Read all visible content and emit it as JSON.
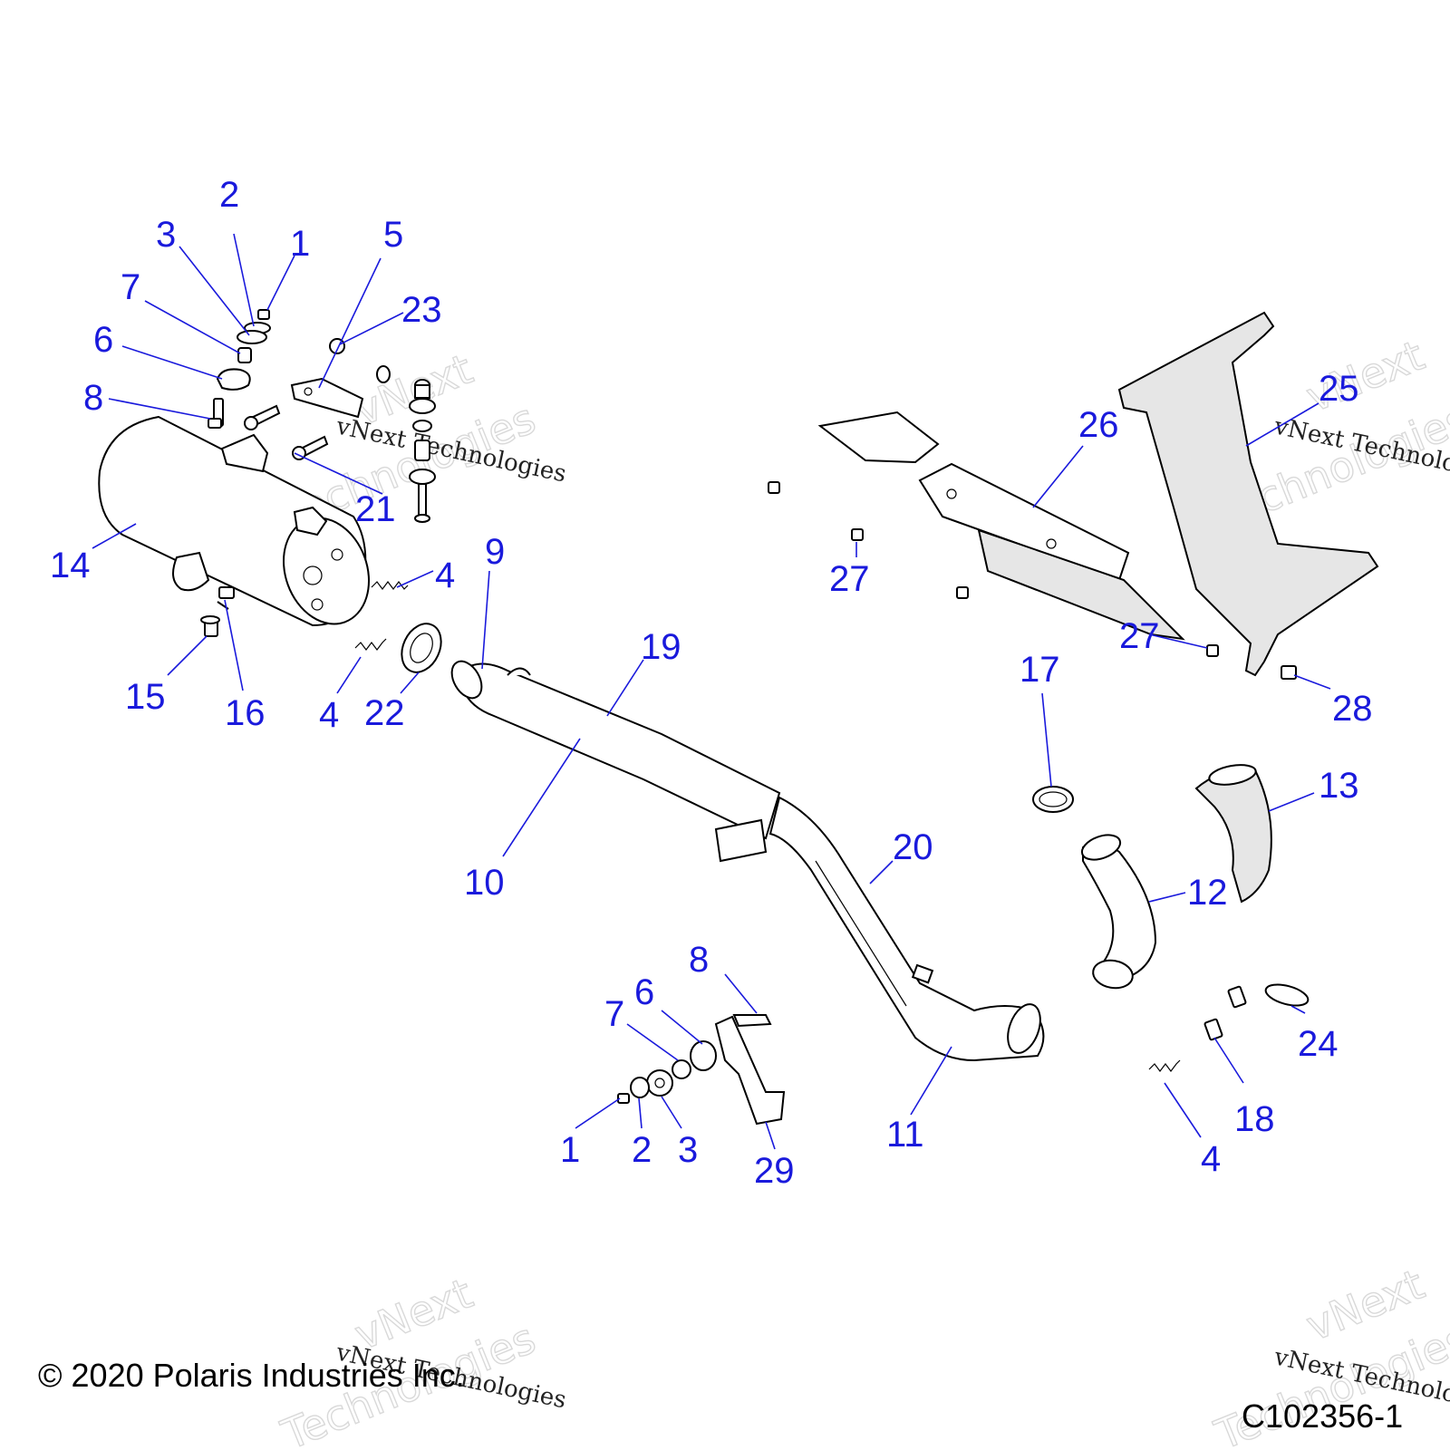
{
  "footer": {
    "copyright": "© 2020 Polaris Industries Inc.",
    "figure_id": "C102356-1"
  },
  "watermark": {
    "big_1": "vNext",
    "big_2": "Technologies",
    "small": "vNext Technologies"
  },
  "callouts": [
    {
      "id": "c-2-top",
      "label": "2"
    },
    {
      "id": "c-3-top",
      "label": "3"
    },
    {
      "id": "c-1-top",
      "label": "1"
    },
    {
      "id": "c-5",
      "label": "5"
    },
    {
      "id": "c-7-top",
      "label": "7"
    },
    {
      "id": "c-23",
      "label": "23"
    },
    {
      "id": "c-6-top",
      "label": "6"
    },
    {
      "id": "c-8-top",
      "label": "8"
    },
    {
      "id": "c-21",
      "label": "21"
    },
    {
      "id": "c-14",
      "label": "14"
    },
    {
      "id": "c-4-a",
      "label": "4"
    },
    {
      "id": "c-9",
      "label": "9"
    },
    {
      "id": "c-15",
      "label": "15"
    },
    {
      "id": "c-16",
      "label": "16"
    },
    {
      "id": "c-4-b",
      "label": "4"
    },
    {
      "id": "c-22",
      "label": "22"
    },
    {
      "id": "c-19",
      "label": "19"
    },
    {
      "id": "c-10",
      "label": "10"
    },
    {
      "id": "c-25",
      "label": "25"
    },
    {
      "id": "c-26",
      "label": "26"
    },
    {
      "id": "c-27-a",
      "label": "27"
    },
    {
      "id": "c-27-b",
      "label": "27"
    },
    {
      "id": "c-28",
      "label": "28"
    },
    {
      "id": "c-17",
      "label": "17"
    },
    {
      "id": "c-13",
      "label": "13"
    },
    {
      "id": "c-20",
      "label": "20"
    },
    {
      "id": "c-12",
      "label": "12"
    },
    {
      "id": "c-8-bot",
      "label": "8"
    },
    {
      "id": "c-6-bot",
      "label": "6"
    },
    {
      "id": "c-7-bot",
      "label": "7"
    },
    {
      "id": "c-1-bot",
      "label": "1"
    },
    {
      "id": "c-2-bot",
      "label": "2"
    },
    {
      "id": "c-3-bot",
      "label": "3"
    },
    {
      "id": "c-29",
      "label": "29"
    },
    {
      "id": "c-11",
      "label": "11"
    },
    {
      "id": "c-24",
      "label": "24"
    },
    {
      "id": "c-18",
      "label": "18"
    },
    {
      "id": "c-4-c",
      "label": "4"
    }
  ]
}
